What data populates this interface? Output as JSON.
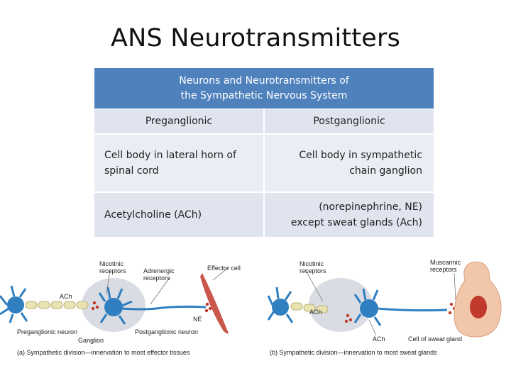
{
  "slide": {
    "title": "ANS Neurotransmitters"
  },
  "table": {
    "header_line1": "Neurons and Neurotransmitters of",
    "header_line2": "the Sympathetic Nervous System",
    "col1": "Preganglionic",
    "col2": "Postganglionic",
    "rows": [
      {
        "pre_line1": "Cell body in lateral horn of",
        "pre_line2": "spinal cord",
        "post_line1": "Cell body in sympathetic",
        "post_line2": "chain ganglion"
      },
      {
        "pre_line1": "Acetylcholine (ACh)",
        "post_line1": "(norepinephrine, NE)",
        "post_line2": "except sweat glands (Ach)"
      }
    ]
  },
  "figure": {
    "left": {
      "nicotinic": [
        "Nicotinic",
        "receptors"
      ],
      "adrenergic": [
        "Adrenergic",
        "receptors"
      ],
      "effector": "Effector cell",
      "ach": "ACh",
      "ne": "NE",
      "pre_neuron": "Preganglionic neuron",
      "ganglion": "Ganglion",
      "post_neuron": "Postganglionic neuron",
      "caption": "(a) Sympathetic division—innervation to most effector tissues"
    },
    "right": {
      "nicotinic": [
        "Nicotinic",
        "receptors"
      ],
      "muscarinic": [
        "Muscarinic",
        "receptors"
      ],
      "ach_left": "ACh",
      "ach_right": "ACh",
      "sweat": "Cell of sweat gland",
      "caption": "(b) Sympathetic division—innervation to most sweat glands"
    }
  },
  "colors": {
    "header_bg": "#4f81bd",
    "row_light": "#e9edf4",
    "row_dark": "#dfe4ee",
    "neuron": "#2f7fc1",
    "effector": "#c0392b",
    "gland": "#f2c6a8"
  }
}
